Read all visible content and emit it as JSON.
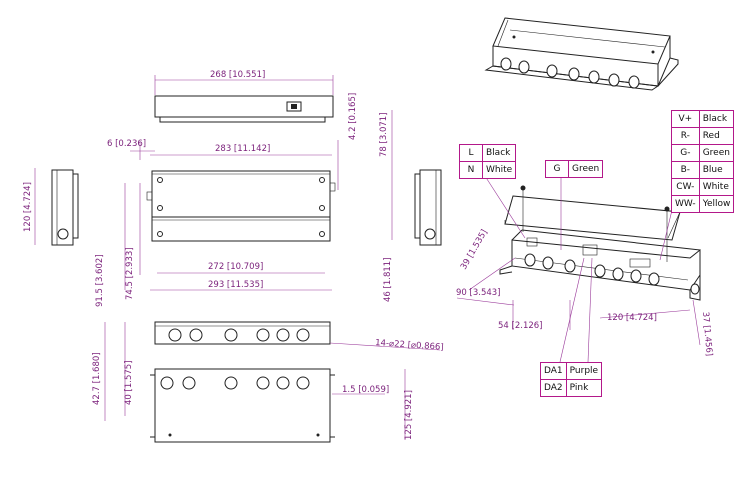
{
  "dimensions": {
    "top_width": "268 [10.551]",
    "gap_6": "6 [0.236]",
    "plate_width": "283 [11.142]",
    "depth_4_2": "4.2 [0.165]",
    "height_78": "78 [3.071]",
    "side_height_120": "120 [4.724]",
    "h_91_5": "91.5 [3.602]",
    "h_74_5": "74.5 [2.933]",
    "w_272": "272 [10.709]",
    "w_293": "293 [11.535]",
    "h_46": "46 [1.811]",
    "holes": "14-⌀22 [⌀0.866]",
    "h_42_7": "42.7 [1.680]",
    "h_40": "40 [1.575]",
    "t_1_5": "1.5 [0.059]",
    "h_125": "125 [4.921]",
    "iso_39": "39 [1.535]",
    "iso_90": "90 [3.543]",
    "iso_54": "54 [2.126]",
    "iso_120": "120 [4.724]",
    "iso_37": "37 [1.456]"
  },
  "wiring": {
    "ln_table": [
      {
        "code": "L",
        "color": "Black"
      },
      {
        "code": "N",
        "color": "White"
      }
    ],
    "g_table": [
      {
        "code": "G",
        "color": "Green"
      }
    ],
    "rgb_table": [
      {
        "code": "V+",
        "color": "Black"
      },
      {
        "code": "R-",
        "color": "Red"
      },
      {
        "code": "G-",
        "color": "Green"
      },
      {
        "code": "B-",
        "color": "Blue"
      },
      {
        "code": "CW-",
        "color": "White"
      },
      {
        "code": "WW-",
        "color": "Yellow"
      }
    ],
    "da_table": [
      {
        "code": "DA1",
        "color": "Purple"
      },
      {
        "code": "DA2",
        "color": "Pink"
      }
    ]
  },
  "colors": {
    "dimension": "#7a1f7a",
    "table_border": "#b3188a",
    "line": "#222222"
  }
}
